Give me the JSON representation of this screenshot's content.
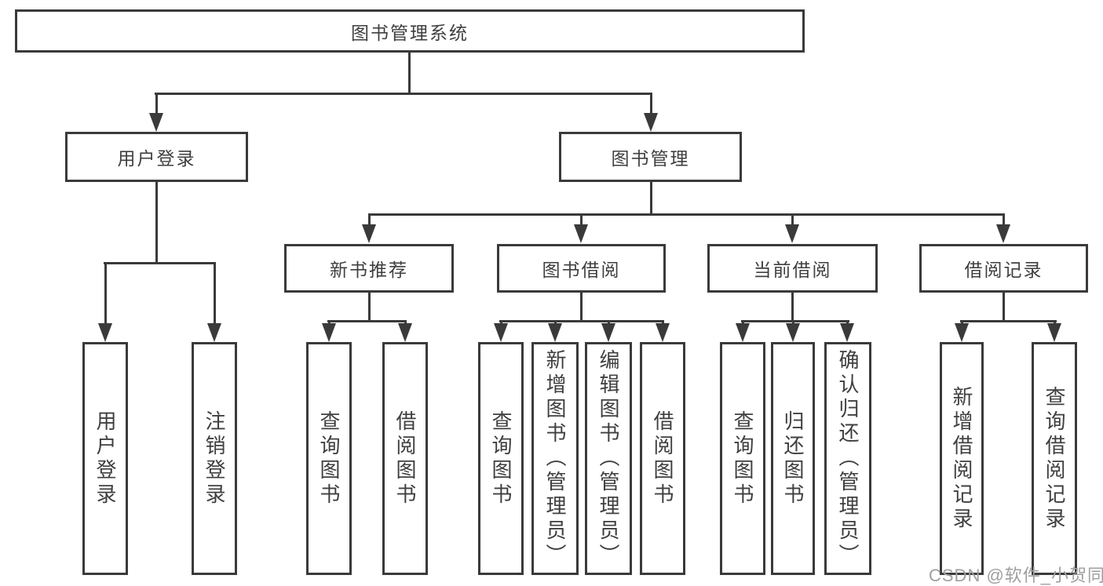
{
  "diagram_type": "hierarchy-tree",
  "colors": {
    "background": "#ffffff",
    "line": "#3a3a3a",
    "box_border": "#3a3a3a",
    "text": "#3f3f3f",
    "watermark": "#9f9f9f"
  },
  "tree": {
    "label": "图书管理系统",
    "children": [
      {
        "label": "用户登录",
        "children": [
          {
            "label": "用户登录"
          },
          {
            "label": "注销登录"
          }
        ]
      },
      {
        "label": "图书管理",
        "children": [
          {
            "label": "新书推荐",
            "children": [
              {
                "label": "查询图书"
              },
              {
                "label": "借阅图书"
              }
            ]
          },
          {
            "label": "图书借阅",
            "children": [
              {
                "label": "查询图书"
              },
              {
                "label": "新增图书（管理员）"
              },
              {
                "label": "编辑图书（管理员）"
              },
              {
                "label": "借阅图书"
              }
            ]
          },
          {
            "label": "当前借阅",
            "children": [
              {
                "label": "查询图书"
              },
              {
                "label": "归还图书"
              },
              {
                "label": "确认归还（管理员）"
              }
            ]
          },
          {
            "label": "借阅记录",
            "children": [
              {
                "label": "新增借阅记录"
              },
              {
                "label": "查询借阅记录"
              }
            ]
          }
        ]
      }
    ]
  },
  "watermark": {
    "text": "CSDN @软件_小贺同学"
  }
}
